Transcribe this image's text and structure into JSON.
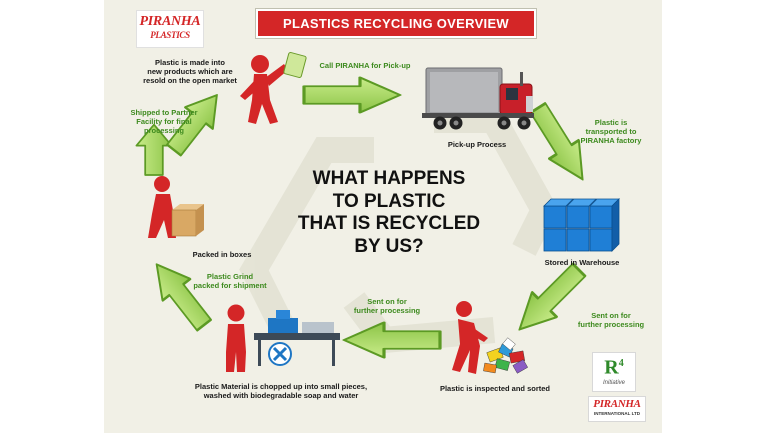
{
  "title": "PLASTICS RECYCLING OVERVIEW",
  "center_question": "WHAT HAPPENS\nTO PLASTIC\nTHAT IS RECYCLED\nBY US?",
  "logos": {
    "top_brand": "PIRANHA",
    "top_sub": "PLASTICS",
    "r4_main": "R",
    "r4_sup": "4",
    "r4_sub": "Initiative",
    "bottom_brand": "PIRANHA",
    "bottom_sub": "INTERNATIONAL LTD"
  },
  "steps": [
    {
      "id": "pickup",
      "caption": "Pick-up Process",
      "arrow_label": "Call PIRANHA for Pick-up"
    },
    {
      "id": "warehouse",
      "caption": "Stored in Warehouse",
      "arrow_label": "Plastic is\ntransported to\nPIRANHA factory"
    },
    {
      "id": "inspect",
      "caption": "Plastic is inspected and sorted",
      "arrow_label": "Sent on for\nfurther processing"
    },
    {
      "id": "chop",
      "caption": "Plastic Material is chopped up into small pieces,\nwashed with biodegradable soap and water",
      "arrow_label": "Sent on for\nfurther processing"
    },
    {
      "id": "boxes",
      "caption": "Packed in boxes",
      "arrow_label": "Plastic Grind\npacked for shipment"
    },
    {
      "id": "partner",
      "caption": "",
      "arrow_label": "Shipped to Partner\nFacility for final\nprocessing"
    },
    {
      "id": "market",
      "caption": "Plastic is made into\nnew products which are\nresold on the open market",
      "arrow_label": ""
    }
  ],
  "colors": {
    "arrow_fill": "#a7d85b",
    "arrow_stroke": "#5c9a24",
    "figure": "#d42627",
    "banner": "#d42627",
    "label_green": "#3d8a1e"
  }
}
